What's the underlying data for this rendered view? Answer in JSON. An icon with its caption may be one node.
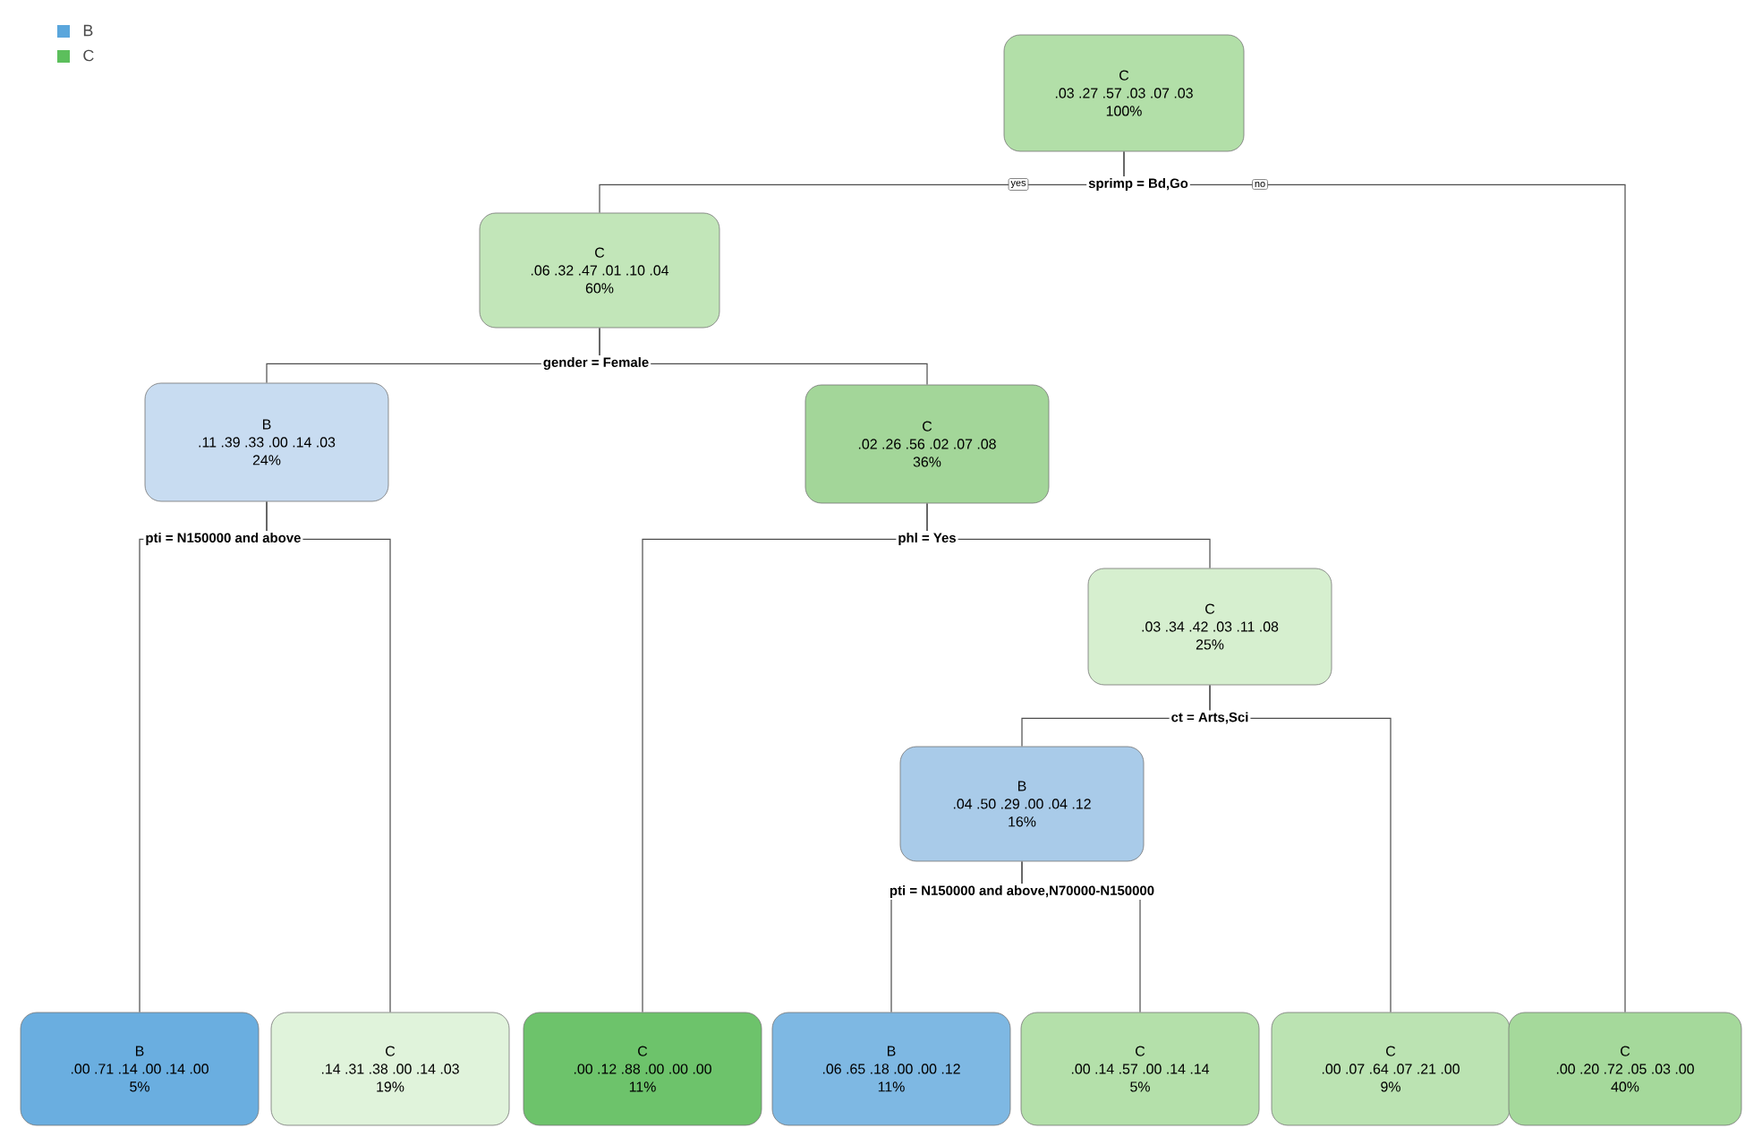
{
  "diagram": {
    "nodes": [
      {
        "text": [
          "C",
          ".03 .27 .57 .03 .07 .03",
          "100%"
        ]
      },
      {
        "text": [
          "C",
          ".06 .32 .47 .01 .10 .04",
          "60%"
        ]
      },
      {
        "text": [
          "B",
          ".11 .39 .33 .00 .14 .03",
          "24%"
        ]
      },
      {
        "text": [
          "C",
          ".02 .26 .56 .02 .07 .08",
          "36%"
        ]
      },
      {
        "text": [
          "C",
          ".03 .34 .42 .03 .11 .08",
          "25%"
        ]
      },
      {
        "text": [
          "B",
          ".04 .50 .29 .00 .04 .12",
          "16%"
        ]
      },
      {
        "text": [
          "B",
          ".00 .71 .14 .00 .14 .00",
          "5%"
        ]
      },
      {
        "text": [
          "C",
          ".14 .31 .38 .00 .14 .03",
          "19%"
        ]
      },
      {
        "text": [
          "C",
          ".00 .12 .88 .00 .00 .00",
          "11%"
        ]
      },
      {
        "text": [
          "B",
          ".06 .65 .18 .00 .00 .12",
          "11%"
        ]
      },
      {
        "text": [
          "C",
          ".00 .14 .57 .00 .14 .14",
          "5%"
        ]
      },
      {
        "text": [
          "C",
          ".00 .07 .64 .07 .21 .00",
          "9%"
        ]
      },
      {
        "text": [
          "C",
          ".00 .20 .72 .05 .03 .00",
          "40%"
        ]
      }
    ],
    "edges": [
      {
        "from": 0,
        "to": 1,
        "arrow": "none",
        "label": "yes"
      },
      {
        "from": 0,
        "to": 12,
        "arrow": "none",
        "label": "no"
      },
      {
        "from": 1,
        "to": 2,
        "arrow": "none"
      },
      {
        "from": 1,
        "to": 3,
        "arrow": "none"
      },
      {
        "from": 2,
        "to": 6,
        "arrow": "none"
      },
      {
        "from": 2,
        "to": 7,
        "arrow": "none"
      },
      {
        "from": 3,
        "to": 8,
        "arrow": "none"
      },
      {
        "from": 3,
        "to": 4,
        "arrow": "none"
      },
      {
        "from": 4,
        "to": 5,
        "arrow": "none"
      },
      {
        "from": 4,
        "to": 11,
        "arrow": "none"
      },
      {
        "from": 5,
        "to": 9,
        "arrow": "none"
      },
      {
        "from": 5,
        "to": 10,
        "arrow": "none"
      }
    ],
    "labels": [
      "sprimp = Bd,Go",
      "gender = Female",
      "pti = N150000 and above",
      "phl = Yes",
      "ct = Arts,Sci",
      "pti = N150000 and above,N70000-N150000"
    ],
    "legend": [
      {
        "text": "B",
        "color": "#5aa6dc"
      },
      {
        "text": "C",
        "color": "#5cbf5c"
      }
    ]
  }
}
